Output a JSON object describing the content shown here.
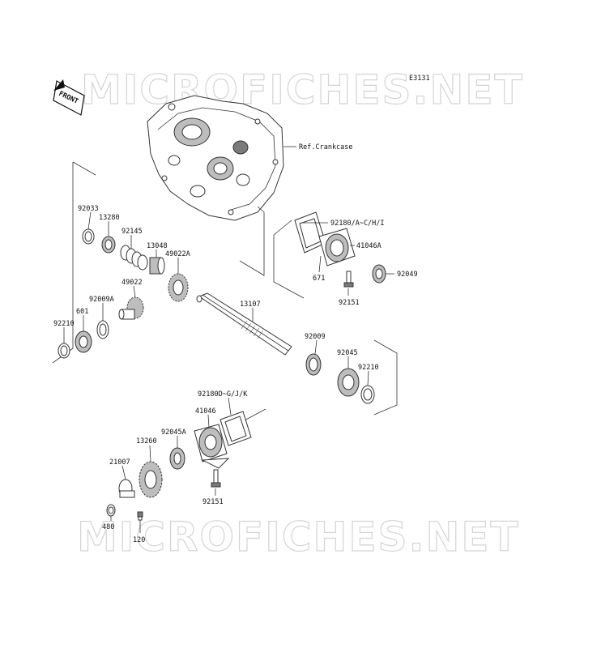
{
  "diagram_code": "E3131",
  "watermark": "MICROFICHES.NET",
  "front_marker": "FRONT",
  "ref_label": "Ref.Crankcase",
  "parts": [
    {
      "id": "92033"
    },
    {
      "id": "13280"
    },
    {
      "id": "92145"
    },
    {
      "id": "13048"
    },
    {
      "id": "49022A"
    },
    {
      "id": "49022"
    },
    {
      "id": "92009A"
    },
    {
      "id": "601"
    },
    {
      "id": "92210"
    },
    {
      "id": "13107"
    },
    {
      "id": "92009"
    },
    {
      "id": "92045"
    },
    {
      "id": "92210"
    },
    {
      "id": "92180/A~C/H/I"
    },
    {
      "id": "41046A"
    },
    {
      "id": "92049"
    },
    {
      "id": "671"
    },
    {
      "id": "92151"
    },
    {
      "id": "92180D~G/J/K"
    },
    {
      "id": "41046"
    },
    {
      "id": "92045A"
    },
    {
      "id": "13260"
    },
    {
      "id": "21007"
    },
    {
      "id": "92151"
    },
    {
      "id": "480"
    },
    {
      "id": "120"
    }
  ]
}
